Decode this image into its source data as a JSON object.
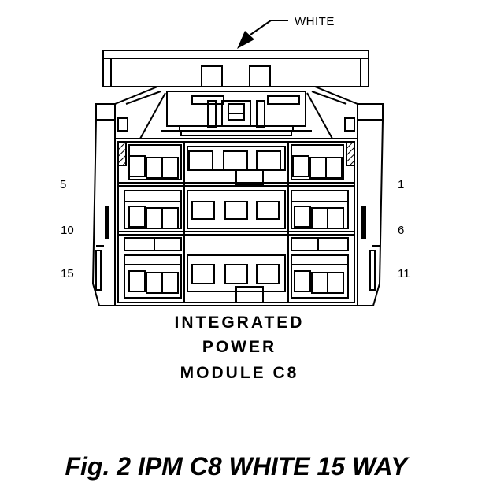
{
  "callout": {
    "label": "WHITE"
  },
  "connector": {
    "pin_labels": {
      "left": [
        "5",
        "10",
        "15"
      ],
      "right": [
        "1",
        "6",
        "11"
      ]
    },
    "name_lines": [
      "INTEGRATED",
      "POWER",
      "MODULE C8"
    ]
  },
  "figure": {
    "caption": "Fig. 2 IPM C8 WHITE 15 WAY"
  }
}
